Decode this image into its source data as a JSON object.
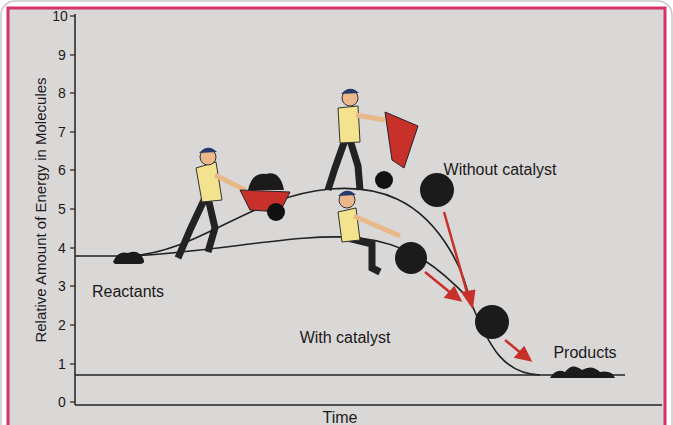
{
  "diagram": {
    "labels": [
      "10",
      "9",
      "8",
      "7",
      "6",
      "5",
      "4",
      "3",
      "2",
      "1",
      "0",
      "Relative Amount of Energy in Molecules",
      "Time",
      "Reactants",
      "Without catalyst",
      "With catalyst",
      "Products"
    ]
  }
}
